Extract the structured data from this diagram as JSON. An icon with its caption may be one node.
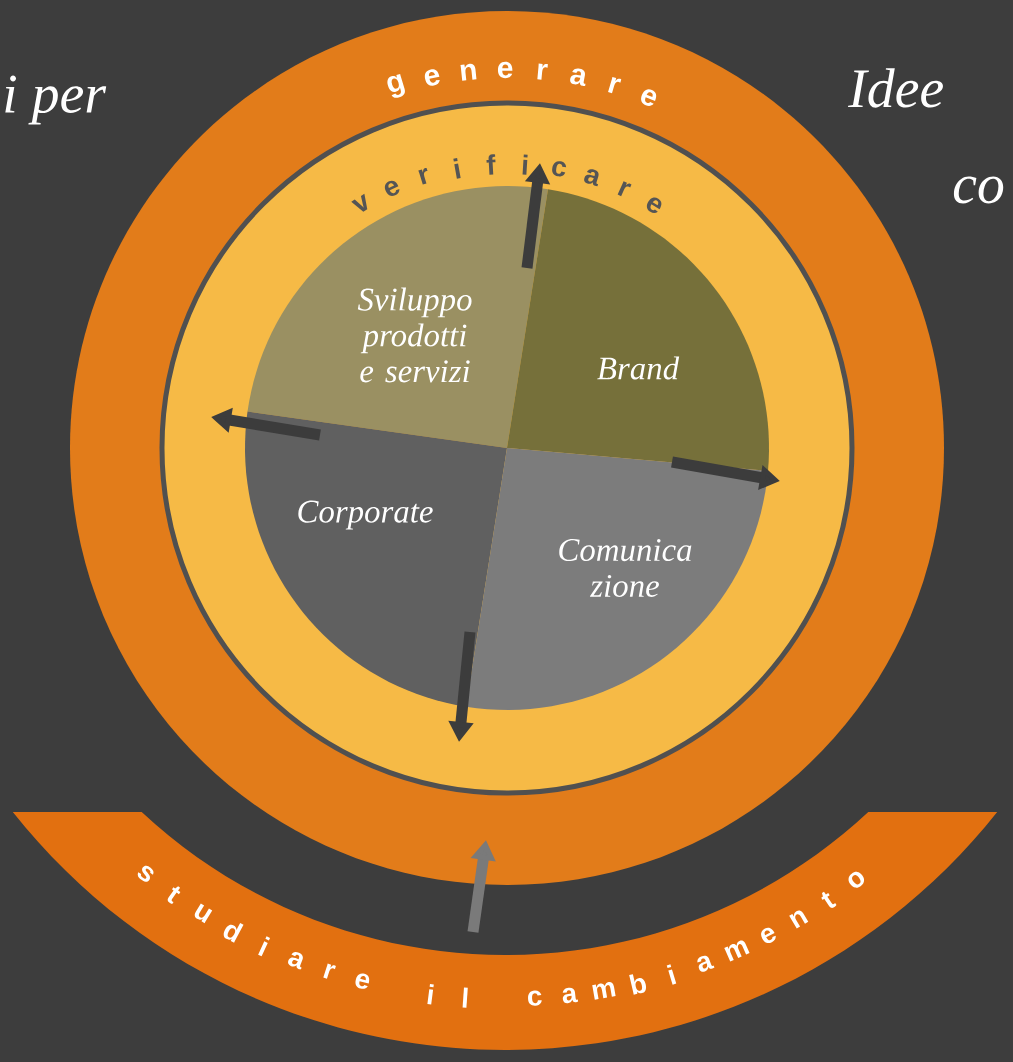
{
  "diagram": {
    "nodes": [
      {
        "text": [
          "generare"
        ]
      },
      {
        "text": [
          "verificare"
        ],
        "in": 0
      },
      {
        "text": [
          "Sviluppo prodotti e servizi"
        ],
        "in": 1
      },
      {
        "text": [
          "Brand"
        ],
        "in": 1
      },
      {
        "text": [
          "Corporate"
        ],
        "in": 1
      },
      {
        "text": [
          "Comunica zione"
        ],
        "in": 1
      },
      {
        "text": [
          "studiare il cambiamento"
        ]
      }
    ],
    "edges": [
      {
        "from": 2,
        "to": null,
        "arrow": "to"
      },
      {
        "from": 3,
        "to": null,
        "arrow": "to"
      },
      {
        "from": 5,
        "to": null,
        "arrow": "to"
      },
      {
        "from": 4,
        "to": null,
        "arrow": "to"
      },
      {
        "from": 6,
        "to": 0,
        "arrow": "to",
        "color": "#7a7a7a"
      }
    ],
    "labels": [
      "i per",
      "Idee",
      "co"
    ]
  }
}
